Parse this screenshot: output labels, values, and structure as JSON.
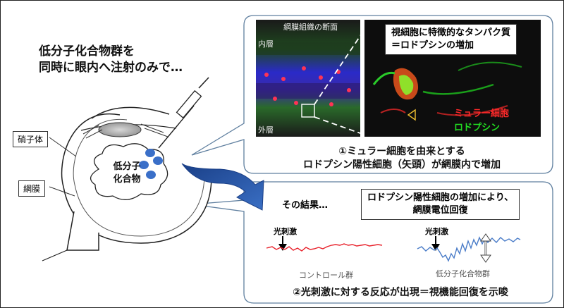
{
  "headline": {
    "line1": "低分子化合物群を",
    "line2": "同時に眼内へ注射のみで…"
  },
  "eye": {
    "vitreous_label": "硝子体",
    "retina_label": "網膜",
    "compound_label": "低分子\n化合物"
  },
  "top_panel": {
    "micrograph_title": "網膜組織の断面",
    "inner_layer": "内層",
    "outer_layer": "外層",
    "zoom_callout": "視細胞に特徴的なタンパク質\n＝ロドプシンの増加",
    "legend_muller": "ミュラー細胞",
    "legend_rhodopsin": "ロドプシン",
    "legend_muller_color": "#ff2a2a",
    "legend_rhodopsin_color": "#22dd22",
    "caption": "①ミュラー細胞を由来とする\nロドプシン陽性細胞（矢頭）が網膜内で増加"
  },
  "bottom_panel": {
    "result_label": "その結果…",
    "result_callout": "ロドプシン陽性細胞の増加により、\n網膜電位回復",
    "stimulus_label_left": "光刺激",
    "stimulus_label_right": "光刺激",
    "control_label": "コントロール群",
    "treated_label": "低分子化合物群",
    "control_color": "#e8202a",
    "treated_color": "#4a7cc8",
    "caption": "②光刺激に対する反応が出現＝視機能回復を示唆"
  }
}
